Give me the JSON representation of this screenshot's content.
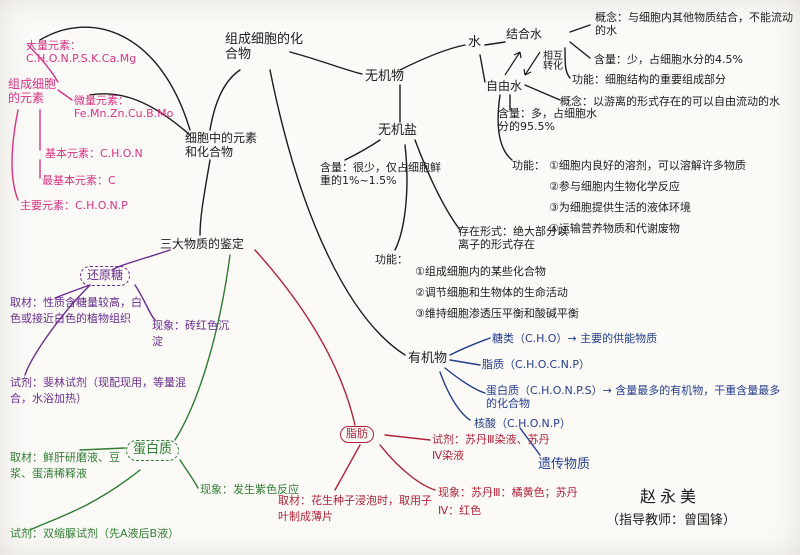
{
  "left_elements": {
    "title": "组成细胞的元素",
    "large": "大量元素：C.H.O.N.P.S.K.Ca.Mg",
    "trace": "微量元素：Fe.Mn.Zn.Cu.B.Mo",
    "basic": "基本元素：C.H.O.N",
    "most_basic": "最基本元素：C",
    "main": "主要元素：C.H.O.N.P"
  },
  "center": {
    "compounds": "组成细胞的化合物",
    "elements_compounds": "细胞中的元素和化合物",
    "identification": "三大物质的鉴定"
  },
  "inorganic": {
    "label": "无机物",
    "water": "水",
    "bound_water": "结合水",
    "free_water": "自由水",
    "convert": "相互转化",
    "bound_concept": "概念：与细胞内其他物质结合，不能流动的水",
    "bound_content": "含量：少，占细胞水分的4.5%",
    "bound_function": "功能：细胞结构的重要组成部分",
    "free_concept": "概念：以游离的形式存在的可以自由流动的水",
    "free_content": "含量：多，占细胞水分的95.5%",
    "free_func_label": "功能：",
    "free_func_1": "①细胞内良好的溶剂，可以溶解许多物质",
    "free_func_2": "②参与细胞内生物化学反应",
    "free_func_3": "③为细胞提供生活的液体环境",
    "free_func_4": "④运输营养物质和代谢废物",
    "salt": "无机盐",
    "salt_content": "含量：很少，仅占细胞鲜重的1%~1.5%",
    "salt_form": "存在形式：绝大部分以离子的形式存在",
    "salt_func_label": "功能：",
    "salt_func_1": "①组成细胞内的某些化合物",
    "salt_func_2": "②调节细胞和生物体的生命活动",
    "salt_func_3": "③维持细胞渗透压平衡和酸碱平衡"
  },
  "organic": {
    "label": "有机物",
    "sugar": "糖类（C.H.O）→ 主要的供能物质",
    "lipid": "脂质（C.H.O.C.N.P）",
    "protein": "蛋白质（C.H.O.N.P.S）→ 含量最多的有机物，干重含量最多的化合物",
    "nucleic": "核酸（C.H.O.N.P）",
    "genetic": "遗传物质"
  },
  "reducing_sugar": {
    "title": "还原糖",
    "material": "取材：性质含糖量较高，白色或接近白色的植物组织",
    "phenomenon": "现象：砖红色沉淀",
    "reagent": "试剂：斐林试剂（现配现用，等量混合，水浴加热）"
  },
  "protein_test": {
    "title": "蛋白质",
    "material": "取材：鲜肝研磨液、豆浆、蛋清稀释液",
    "phenomenon": "现象：发生紫色反应",
    "reagent": "试剂：双缩脲试剂（先A液后B液）"
  },
  "fat_test": {
    "title": "脂肪",
    "material": "取材：花生种子浸泡时，取用子叶制成薄片",
    "reagent": "试剂：苏丹Ⅲ染液、苏丹Ⅳ染液",
    "phenomenon": "现象：苏丹Ⅲ：橘黄色；苏丹Ⅳ：红色"
  },
  "author": {
    "name": "赵永美",
    "teacher": "（指导教师：曾国锋）"
  }
}
